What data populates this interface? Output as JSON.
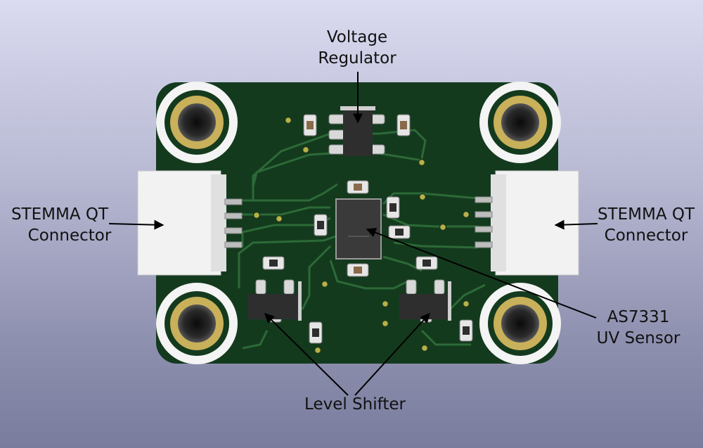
{
  "labels": {
    "voltage_regulator": [
      "Voltage",
      "Regulator"
    ],
    "stemma_left": [
      "STEMMA QT",
      "Connector"
    ],
    "stemma_right": [
      "STEMMA QT",
      "Connector"
    ],
    "uv_sensor": [
      "AS7331",
      "UV Sensor"
    ],
    "level_shifter": [
      "Level Shifter"
    ]
  },
  "colors": {
    "pcb": "#143a1e",
    "trace": "#2c6a37",
    "connector": "#f2f2f2",
    "gold": "#c9b05a",
    "chip": "#3a3a3a"
  }
}
